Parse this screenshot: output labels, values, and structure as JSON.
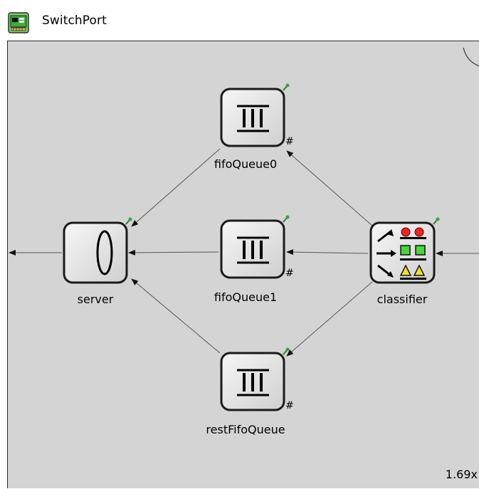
{
  "window": {
    "title": "SwitchPort",
    "zoom": "1.69x"
  },
  "nodes": {
    "fifoQueue0": {
      "label": "fifoQueue0",
      "icon": "queue-icon"
    },
    "fifoQueue1": {
      "label": "fifoQueue1",
      "icon": "queue-icon"
    },
    "restFifoQueue": {
      "label": "restFifoQueue",
      "icon": "queue-icon"
    },
    "server": {
      "label": "server",
      "icon": "server-icon"
    },
    "classifier": {
      "label": "classifier",
      "icon": "classifier-icon"
    }
  },
  "connections": [
    {
      "from": "classifier",
      "to": "fifoQueue0"
    },
    {
      "from": "classifier",
      "to": "fifoQueue1"
    },
    {
      "from": "classifier",
      "to": "restFifoQueue"
    },
    {
      "from": "fifoQueue0",
      "to": "server"
    },
    {
      "from": "fifoQueue1",
      "to": "server"
    },
    {
      "from": "restFifoQueue",
      "to": "server"
    },
    {
      "from": "external-in",
      "to": "classifier"
    },
    {
      "from": "server",
      "to": "external-out"
    }
  ],
  "submodule_marker": "#",
  "colors": {
    "canvas": "#d4d4d4",
    "node_fill": "#e8e8e8",
    "node_border": "#1a1a1a",
    "pin": "#3aa040",
    "connection": "#333333"
  }
}
